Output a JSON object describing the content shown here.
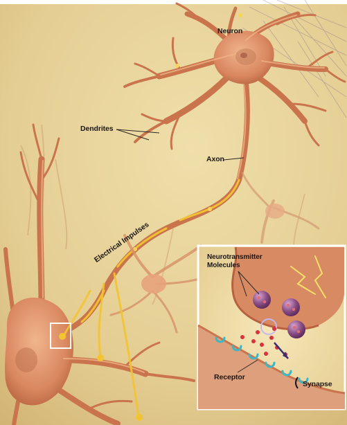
{
  "labels": {
    "neuron": "Neuron",
    "dendrites": "Dendrites",
    "axon": "Axon",
    "electrical_impulses": "Electrical Impulses",
    "neurotransmitter_molecules": "Neurotransmitter Molecules",
    "receptor": "Receptor",
    "synapse": "Synapse"
  },
  "colors": {
    "background": "#e8d29a",
    "neuron_body": "#d9875f",
    "neuron_highlight": "#f0b486",
    "impulse": "#f3c431",
    "inset_frame": "#ffffff",
    "vesicle": "#8a4f86",
    "molecule": "#d8323b",
    "receptor": "#3fb6c4"
  }
}
